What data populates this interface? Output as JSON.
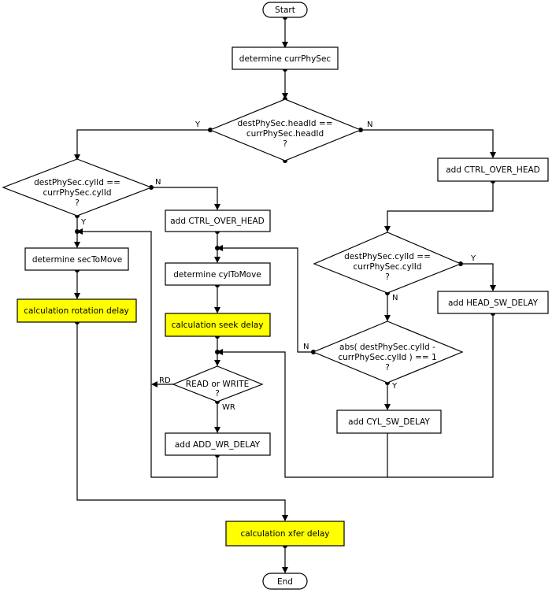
{
  "terminals": {
    "start": "Start",
    "end": "End"
  },
  "process": {
    "determine_currphysec": "determine currPhySec",
    "add_ctrl_over_head_right": "add CTRL_OVER_HEAD",
    "add_ctrl_over_head_mid": "add CTRL_OVER_HEAD",
    "determine_sectomove": "determine secToMove",
    "determine_cyltomove": "determine cylToMove",
    "add_head_sw_delay": "add HEAD_SW_DELAY",
    "add_add_wr_delay": "add ADD_WR_DELAY",
    "add_cyl_sw_delay": "add CYL_SW_DELAY"
  },
  "highlighted": {
    "rotation_delay": "calculation rotation delay",
    "seek_delay": "calculation seek delay",
    "xfer_delay": "calculation xfer delay"
  },
  "decisions": {
    "head": [
      "destPhySec.headId ==",
      "currPhySec.headId",
      "?"
    ],
    "cyl_left": [
      "destPhySec.cylId ==",
      "currPhySec.cylId",
      "?"
    ],
    "cyl_right": [
      "destPhySec.cylId ==",
      "currPhySec.cylId",
      "?"
    ],
    "rw": [
      "READ or WRITE",
      "?"
    ],
    "abs": [
      "abs( destPhySec.cylId -",
      "currPhySec.cylId ) == 1",
      "?"
    ]
  },
  "branch_labels": {
    "head_yes": "Y",
    "head_no": "N",
    "cyl_left_no": "N",
    "cyl_left_yes": "Y",
    "cyl_right_yes": "Y",
    "cyl_right_no": "N",
    "rw_read": "RD",
    "rw_write": "WR",
    "abs_no": "N",
    "abs_yes": "Y"
  },
  "colors": {
    "highlight": "#ffff00",
    "line": "#000000",
    "box_border": "#000000"
  }
}
